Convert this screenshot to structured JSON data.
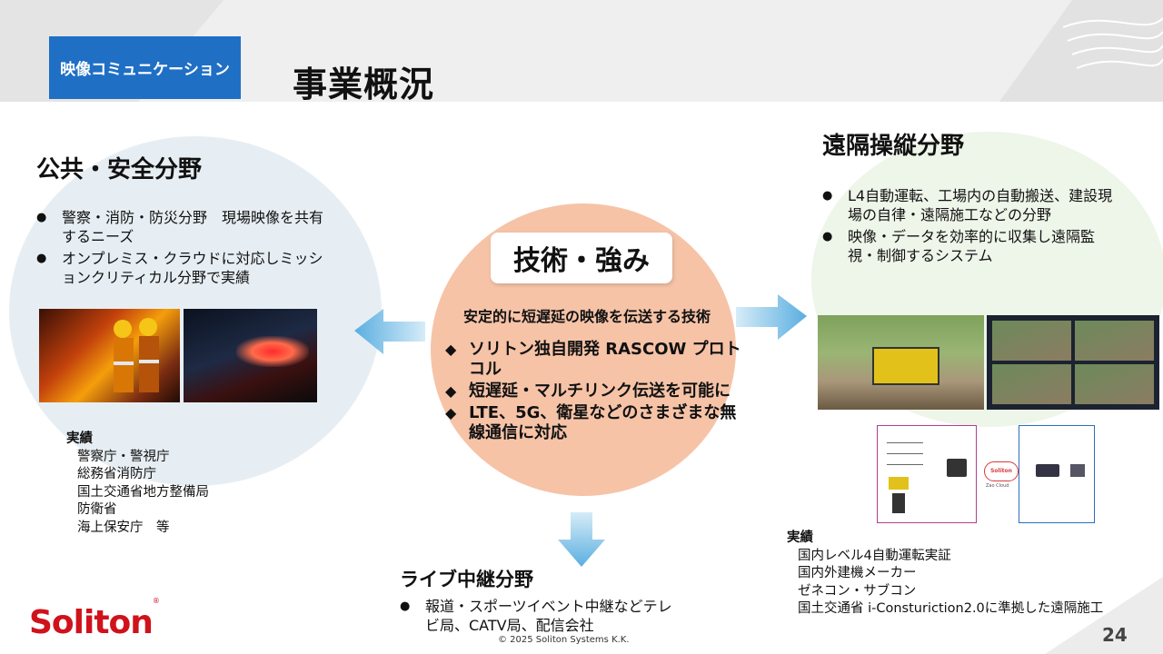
{
  "header": {
    "category_tag": "映像コミュニケーション",
    "title": "事業概況"
  },
  "public_safety": {
    "title": "公共・安全分野",
    "bullets": [
      "警察・消防・防災分野　現場映像を共有するニーズ",
      "オンプレミス・クラウドに対応しミッションクリティカル分野で実績"
    ],
    "achievements_label": "実績",
    "achievements": [
      "警察庁・警視庁",
      "総務省消防庁",
      "国土交通省地方整備局",
      "防衛省",
      "海上保安庁　等"
    ]
  },
  "remote_control": {
    "title": "遠隔操縦分野",
    "bullets": [
      "L4自動運転、工場内の自動搬送、建設現場の自律・遠隔施工などの分野",
      "映像・データを効率的に収集し遠隔監視・制御するシステム"
    ],
    "diagram": {
      "cloud_label": "Soliton",
      "cloud_caption": "Zao Cloud"
    },
    "achievements_label": "実績",
    "achievements": [
      "国内レベル4自動運転実証",
      "国内外建機メーカー",
      "ゼネコン・サブコン",
      "国土交通省 i-Consturiction2.0に準拠した遠隔施工"
    ]
  },
  "technology": {
    "title": "技術・強み",
    "lead": "安定的に短遅延の映像を伝送する技術",
    "points": [
      "ソリトン独自開発 RASCOW プロトコル",
      "短遅延・マルチリンク伝送を可能に",
      "LTE、5G、衛星などのさまざまな無線通信に対応"
    ]
  },
  "live_broadcast": {
    "title": "ライブ中継分野",
    "bullets": [
      "報道・スポーツイベント中継などテレビ局、CATV局、配信会社"
    ]
  },
  "footer": {
    "logo": "Soliton",
    "logo_mark": "®",
    "copyright": "© 2025 Soliton Systems K.K.",
    "page_number": "24"
  },
  "colors": {
    "tag_blue": "#1f6fc5",
    "brand_red": "#d0121b",
    "center_circle": "#f6c3a7",
    "left_circle": "#e7eef3",
    "right_circle": "#eef5e9",
    "arrow_blue": "#6cb4e4"
  }
}
